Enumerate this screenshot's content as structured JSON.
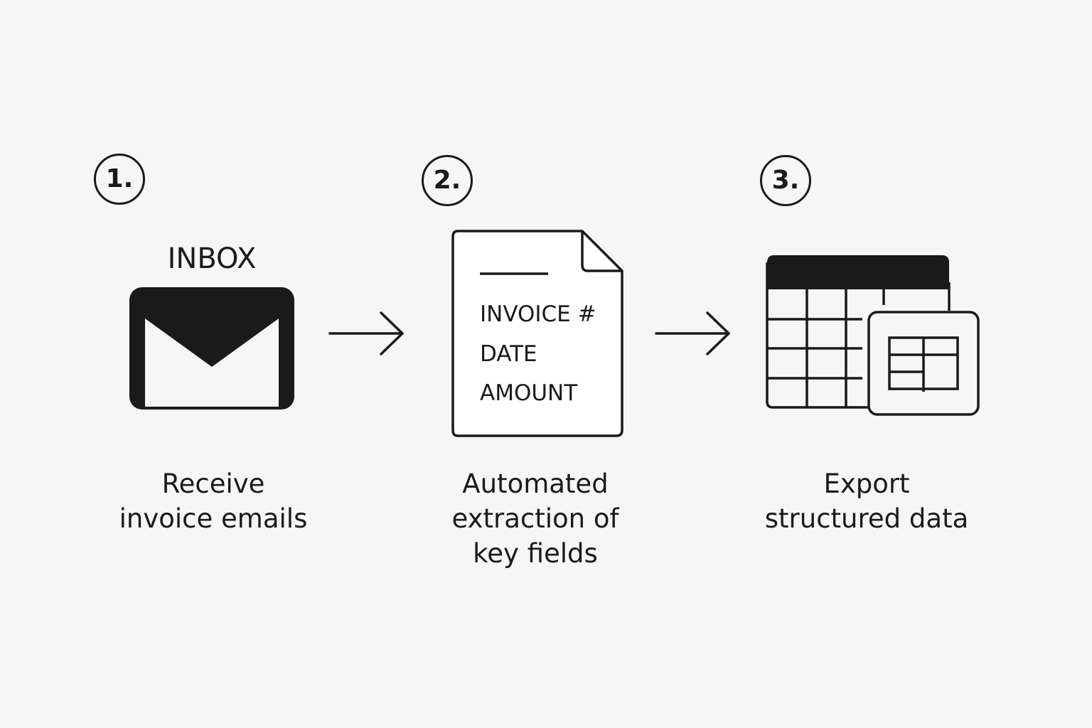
{
  "steps": [
    {
      "number": "1.",
      "icon": "mail-envelope-icon",
      "icon_label": "INBOX",
      "caption": [
        "Receive",
        "invoice emails"
      ]
    },
    {
      "number": "2.",
      "icon": "invoice-document-icon",
      "fields": [
        "INVOICE #",
        "DATE",
        "AMOUNT"
      ],
      "caption": [
        "Automated",
        "extraction of",
        "key fields"
      ]
    },
    {
      "number": "3.",
      "icon": "spreadsheet-table-icon",
      "caption": [
        "Export",
        "structured data"
      ]
    }
  ],
  "colors": {
    "background": "#f6f6f6",
    "ink": "#1a1a1a"
  }
}
